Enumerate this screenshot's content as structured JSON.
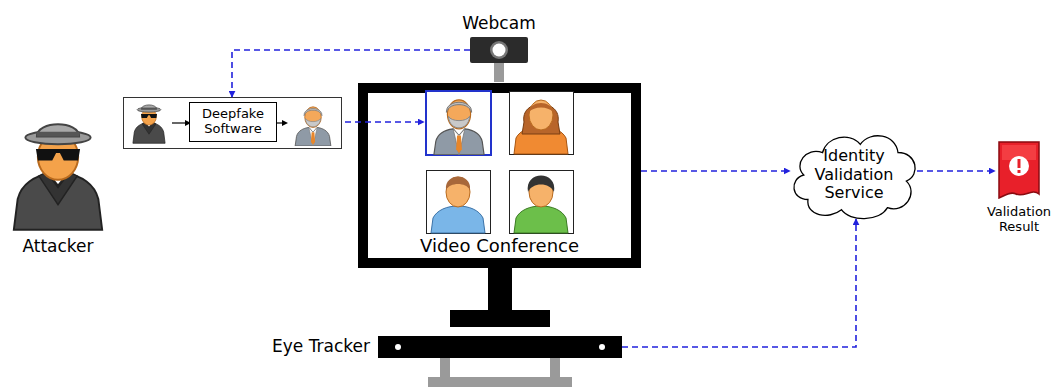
{
  "diagram": {
    "nodes": [
      {
        "text": [
          "Webcam"
        ]
      },
      {
        "text": [
          "Deepfake Software"
        ]
      },
      {
        "text": [
          "Video Conference"
        ]
      },
      {
        "text": [
          "Identity Validation Service"
        ]
      },
      {
        "text": [
          "Attacker"
        ]
      },
      {
        "text": [
          "Validation Result"
        ]
      },
      {
        "text": [
          "Eye Tracker"
        ]
      }
    ],
    "edges": [
      {
        "from": 0,
        "to": 1,
        "arrow": "to"
      },
      {
        "from": 1,
        "to": 2,
        "arrow": "to"
      },
      {
        "from": 2,
        "to": 3,
        "arrow": "to"
      },
      {
        "from": 6,
        "to": 3,
        "arrow": "to"
      },
      {
        "from": 3,
        "to": 5,
        "arrow": "to"
      }
    ]
  }
}
